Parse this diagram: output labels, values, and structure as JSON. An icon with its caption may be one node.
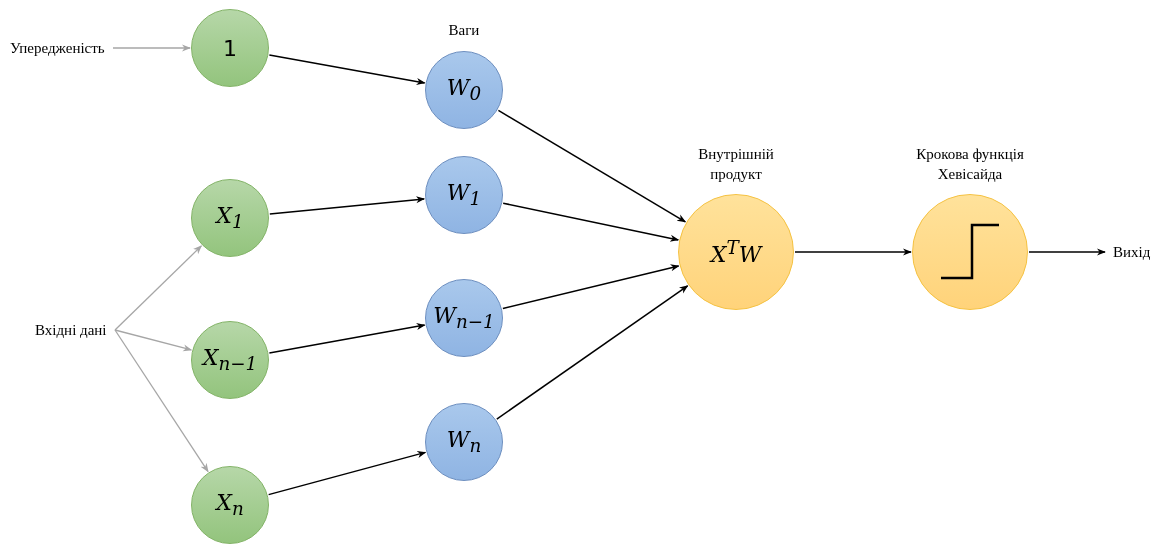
{
  "diagram": {
    "nodes": [
      {
        "text": [
          "Упередженість"
        ]
      },
      {
        "text": [
          "1"
        ]
      },
      {
        "text": [
          "Вхідні дані"
        ]
      },
      {
        "text": [
          "X$_{1}$"
        ]
      },
      {
        "text": [
          "X$_{n−1}$"
        ]
      },
      {
        "text": [
          "X$_{n}$"
        ]
      },
      {
        "text": [
          "W$_{0}$"
        ]
      },
      {
        "text": [
          "W$_{1}$"
        ]
      },
      {
        "text": [
          "W$_{n−1}$"
        ]
      },
      {
        "text": [
          "W$_{n}$"
        ]
      },
      {
        "text": [
          "Внутрішній продукт",
          "X$^{T}$W"
        ]
      },
      {
        "text": [
          "Крокова функція Хевісайда"
        ]
      },
      {
        "text": [
          "Вихід"
        ]
      }
    ],
    "edges": [
      {
        "from": 0,
        "to": 1,
        "arrow": "to",
        "color": "#a6a6a6"
      },
      {
        "from": 2,
        "to": 3,
        "arrow": "to",
        "color": "#a6a6a6"
      },
      {
        "from": 2,
        "to": 4,
        "arrow": "to",
        "color": "#a6a6a6"
      },
      {
        "from": 2,
        "to": 5,
        "arrow": "to",
        "color": "#a6a6a6"
      },
      {
        "from": 1,
        "to": 6,
        "arrow": "to"
      },
      {
        "from": 3,
        "to": 7,
        "arrow": "to"
      },
      {
        "from": 4,
        "to": 8,
        "arrow": "to"
      },
      {
        "from": 5,
        "to": 9,
        "arrow": "to"
      },
      {
        "from": 6,
        "to": 10,
        "arrow": "to"
      },
      {
        "from": 7,
        "to": 10,
        "arrow": "to"
      },
      {
        "from": 8,
        "to": 10,
        "arrow": "to"
      },
      {
        "from": 9,
        "to": 10,
        "arrow": "to"
      },
      {
        "from": 10,
        "to": 11,
        "arrow": "to"
      },
      {
        "from": 11,
        "to": 12,
        "arrow": "to"
      }
    ],
    "labels": [
      "Ваги"
    ]
  }
}
